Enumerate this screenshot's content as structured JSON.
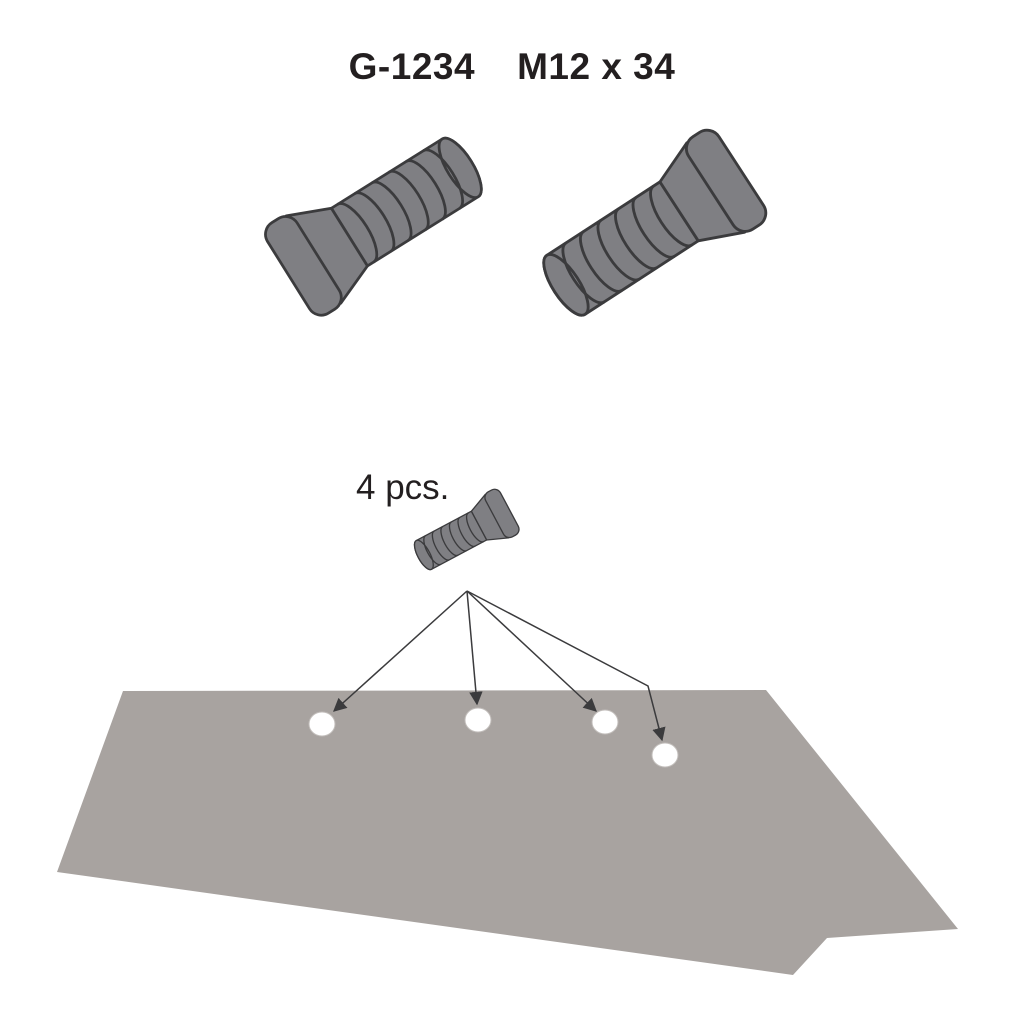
{
  "title": {
    "part_number": "G-1234",
    "dimensions": "M12 x 34"
  },
  "quantity_label": "4 pcs.",
  "diagram": {
    "hole_count": 4,
    "bolt_large_count": 2,
    "bolt_small_count": 1
  },
  "colors": {
    "bolt_fill": "#7f7f83",
    "bolt_outline": "#3b3b3d",
    "plate_fill": "#a8a3a0",
    "hole_fill": "#ffffff",
    "arrow": "#3b3b3d",
    "text": "#231f20",
    "background": "#ffffff"
  }
}
